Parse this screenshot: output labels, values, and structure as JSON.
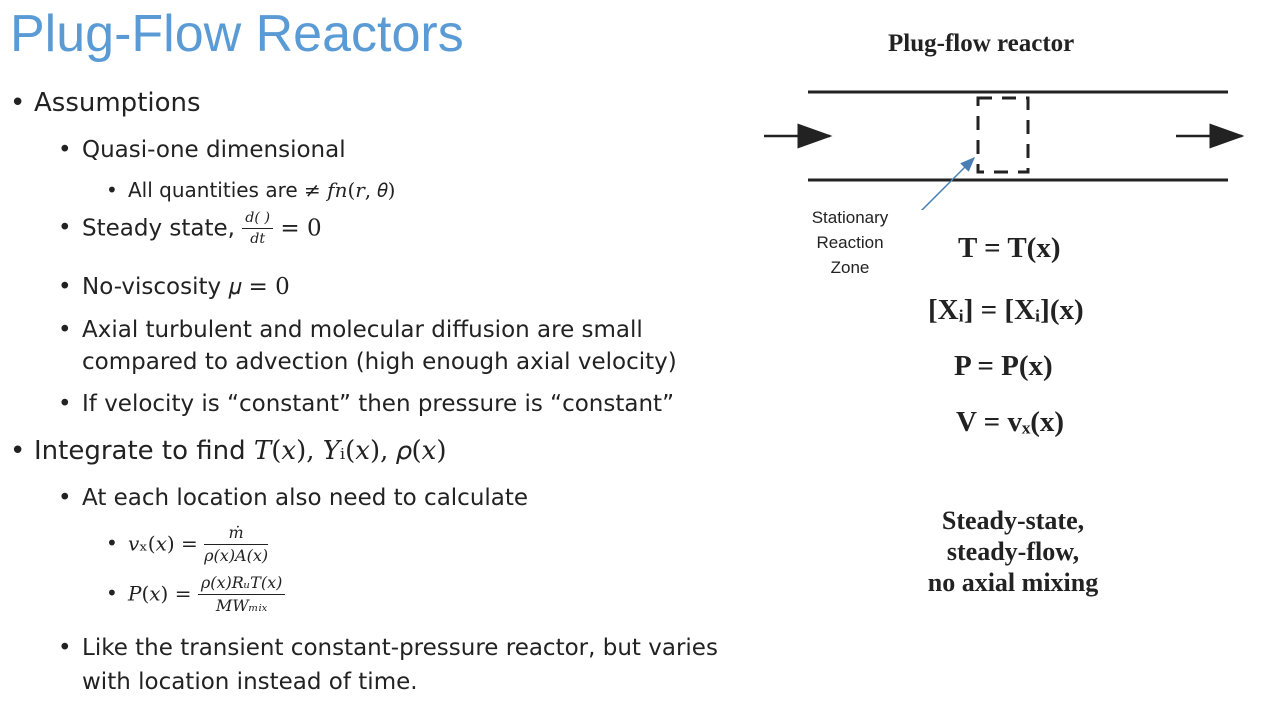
{
  "title": "Plug-Flow Reactors",
  "bullets": {
    "assumptions": "Assumptions",
    "quasi": "Quasi-one dimensional",
    "all_quantities_prefix": "All quantities are ",
    "all_quantities_math": "≠ 𝑓𝑛(𝑟, 𝜃)",
    "steady_prefix": "Steady state, ",
    "steady_num": "𝑑(    )",
    "steady_den": "𝑑𝑡",
    "steady_suffix": " = 0",
    "noviscosity_prefix": "No-viscosity ",
    "noviscosity_math": "𝜇 = 0",
    "axial_line1": "Axial turbulent and molecular diffusion are small",
    "axial_line2": "compared to advection (high enough axial velocity)",
    "velocity": "If velocity is “constant” then pressure is “constant”",
    "integrate_prefix": "Integrate to find ",
    "integrate_math": "𝑇(𝑥), 𝑌ᵢ(𝑥), 𝜌(𝑥)",
    "each_location": "At each location also need to calculate",
    "vx_lhs": "𝑣ₓ(𝑥) = ",
    "vx_num": "ṁ",
    "vx_den": "𝜌(𝑥)𝐴(𝑥)",
    "p_lhs": "𝑃(𝑥) = ",
    "p_num": "𝜌(𝑥)𝑅ᵤ𝑇(𝑥)",
    "p_den": "𝑀𝑊ₘᵢₓ",
    "like_line1": "Like the transient constant-pressure reactor, but varies",
    "like_line2": "with location instead of time."
  },
  "figure": {
    "title": "Plug-flow reactor",
    "callout": [
      "Stationary",
      "Reaction",
      "Zone"
    ],
    "eq_T": "T = T(x)",
    "eq_X": "[Xᵢ] = [Xᵢ](x)",
    "eq_P": "P = P(x)",
    "eq_V": "V = vₓ(x)",
    "summary": [
      "Steady-state,",
      "steady-flow,",
      "no axial mixing"
    ]
  },
  "colors": {
    "title": "#5b9bd5",
    "arrow": "#4a7fb5"
  }
}
